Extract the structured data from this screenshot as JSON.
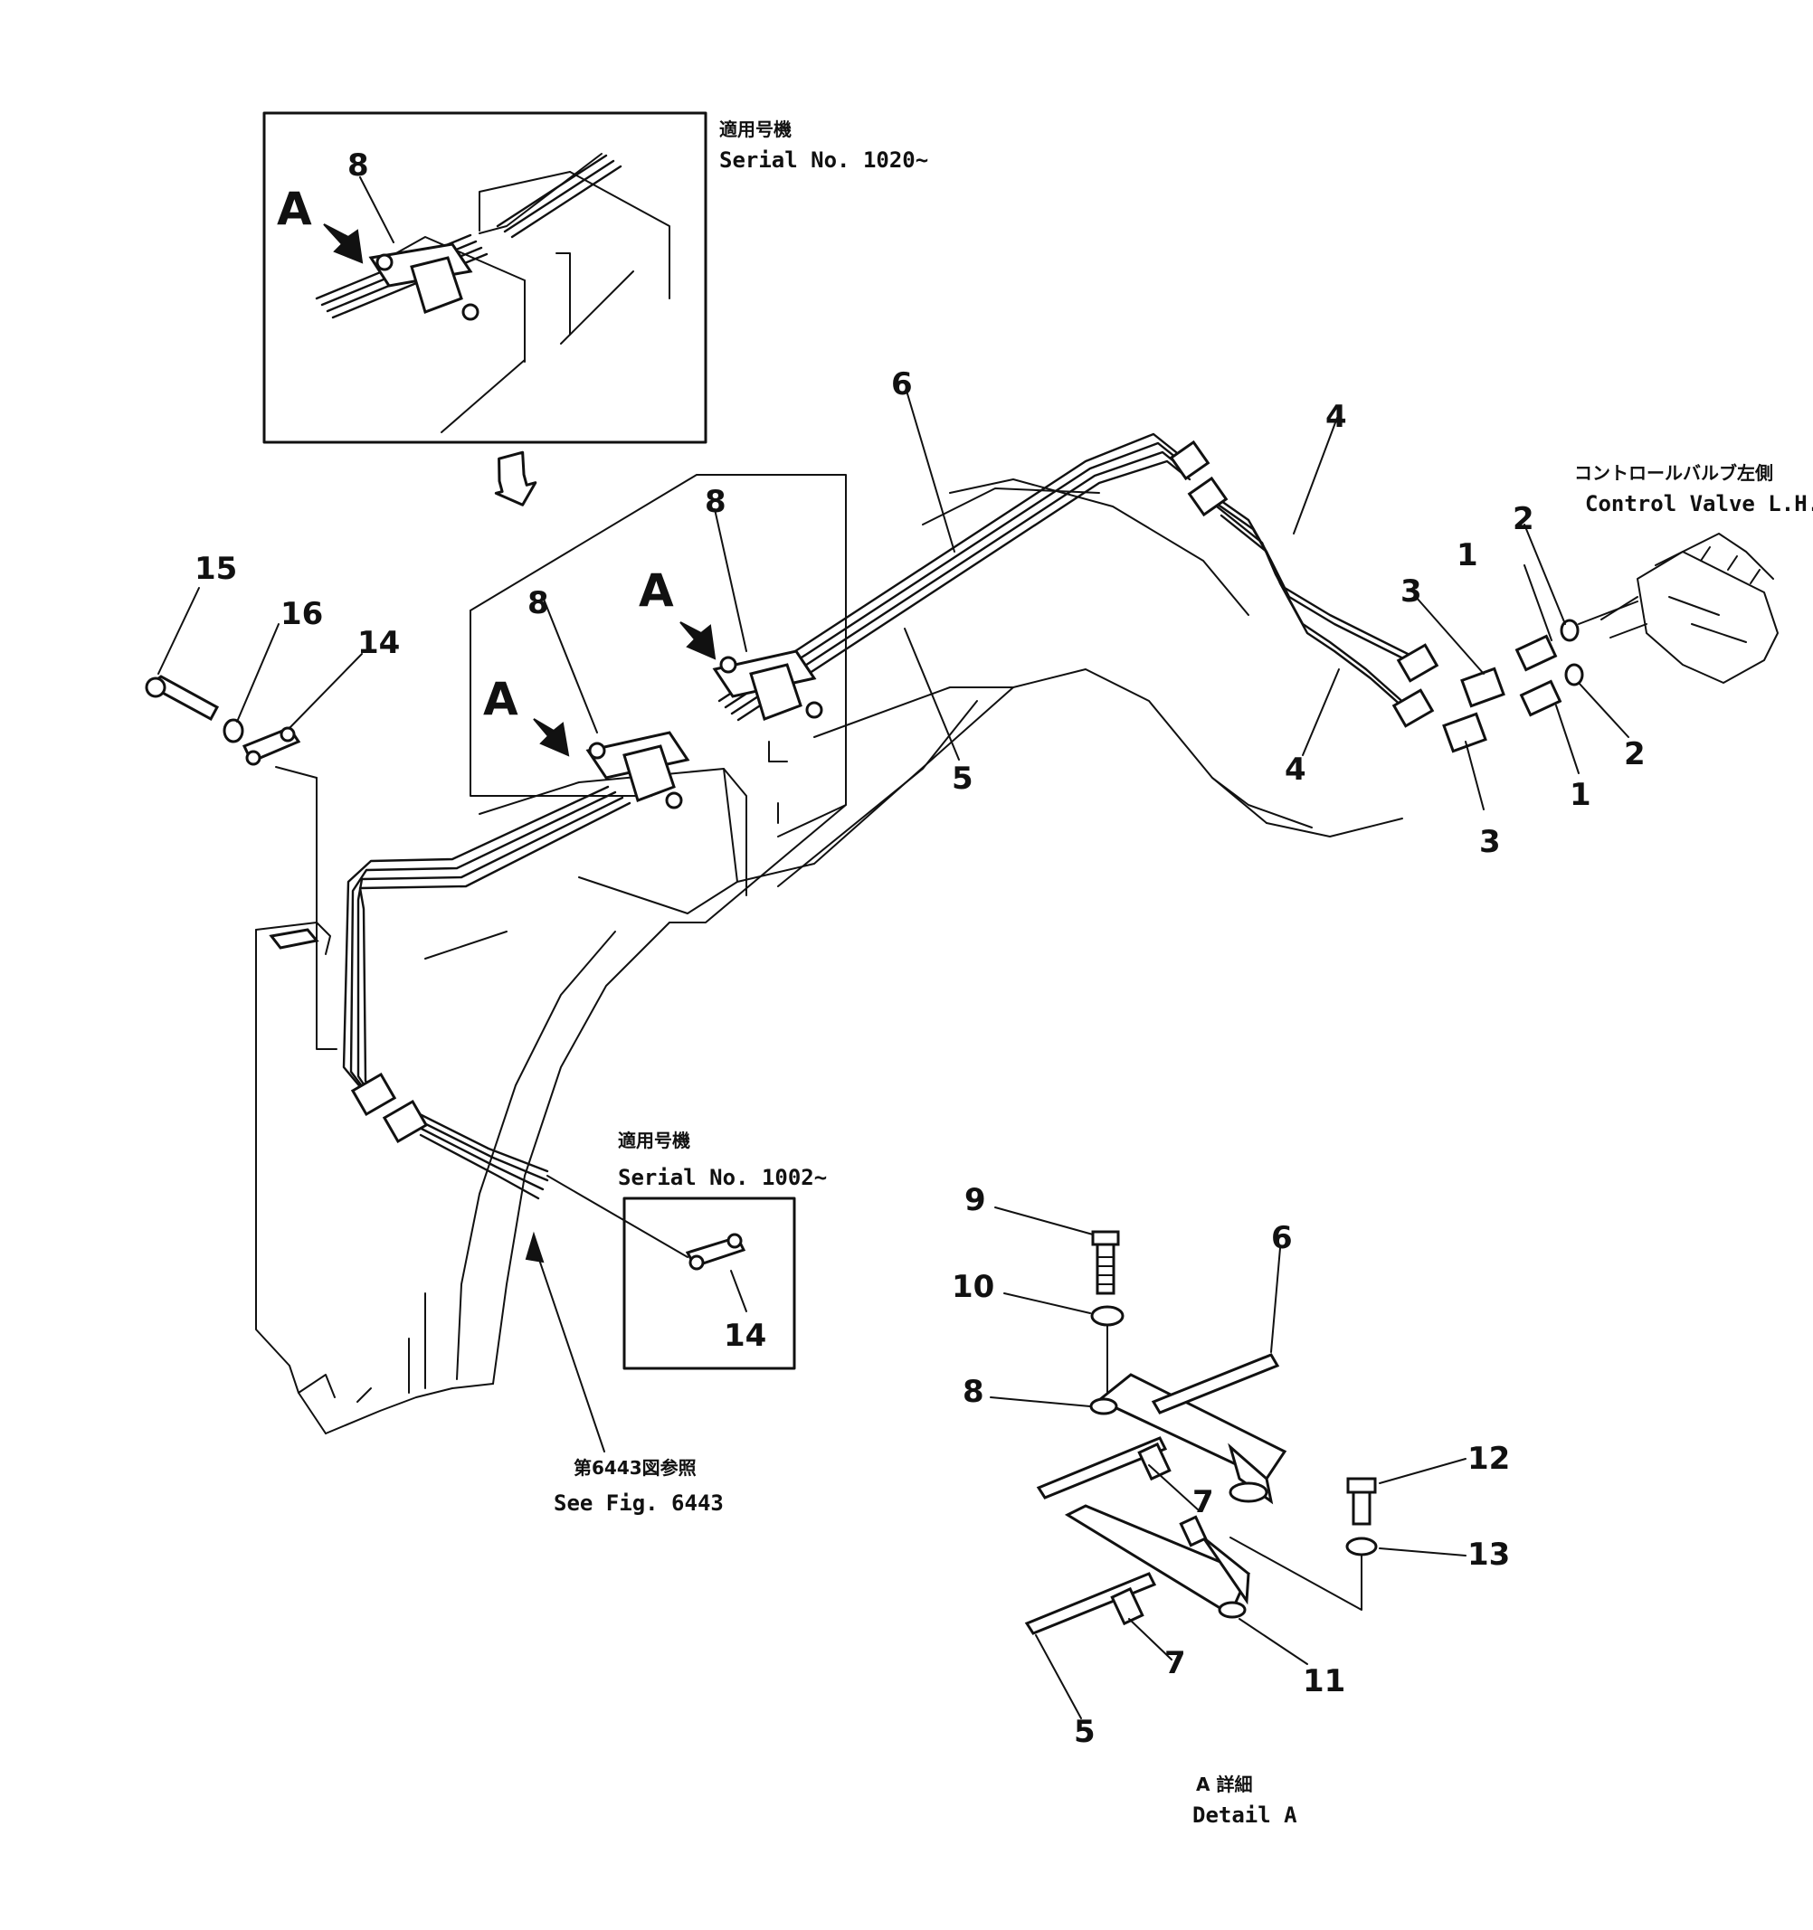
{
  "notes": {
    "serial_top_jp": "適用号機",
    "serial_top": "Serial No. 1020~",
    "serial_bottom_jp": "適用号機",
    "serial_bottom": "Serial No. 1002~",
    "control_valve_jp": "コントロールバルブ左側",
    "control_valve": "Control Valve L.H.",
    "see_fig_jp": "第6443図参照",
    "see_fig": "See Fig. 6443",
    "detail_jp": "A 詳細",
    "detail": "Detail A"
  },
  "view_letters": {
    "a1": "A",
    "a2": "A",
    "a3": "A"
  },
  "callouts": {
    "p1a": "1",
    "p1b": "1",
    "p2a": "2",
    "p2b": "2",
    "p3a": "3",
    "p3b": "3",
    "p4a": "4",
    "p4b": "4",
    "p5a": "5",
    "p6a": "6",
    "p8inset": "8",
    "p8a": "8",
    "p8b": "8",
    "p14": "14",
    "p15": "15",
    "p16": "16",
    "p14b": "14",
    "d9": "9",
    "d10": "10",
    "d8": "8",
    "d6": "6",
    "d7a": "7",
    "d7b": "7",
    "d12": "12",
    "d13": "13",
    "d11": "11",
    "d5": "5"
  }
}
